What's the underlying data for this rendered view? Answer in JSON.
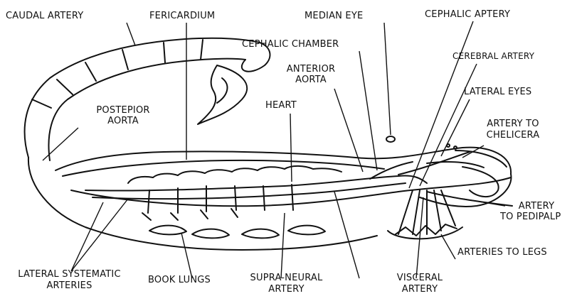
{
  "labels": {
    "caudal_artery": "CAUDAL ARTERY",
    "pericardium": "FERICARDIUM",
    "median_eye": "MEDIAN EYE",
    "cephalic_artery": "CEPHALIC APTERY",
    "cephalic_chamber": "CEPHALIC CHAMBER",
    "cerebral_artery": "CEREBRAL ARTERY",
    "anterior_aorta_1": "ANTERIOR",
    "anterior_aorta_2": "AORTA",
    "lateral_eyes": "LATERAL EYES",
    "posterior_aorta_1": "POSTEPIOR",
    "posterior_aorta_2": "AORTA",
    "heart": "HEART",
    "artery_chelicera_1": "ARTERY TO",
    "artery_chelicera_2": "CHELICERA",
    "artery_pedipalp_1": "ARTERY",
    "artery_pedipalp_2": "TO PEDIPALP",
    "arteries_to_legs": "ARTERIES TO LEGS",
    "lateral_systematic_1": "LATERAL SYSTEMATIC",
    "lateral_systematic_2": "ARTERIES",
    "book_lungs": "BOOK LUNGS",
    "supra_neural_1": "SUPRA-NEURAL",
    "supra_neural_2": "ARTERY",
    "visceral_1": "VISCERAL",
    "visceral_2": "ARTERY"
  }
}
